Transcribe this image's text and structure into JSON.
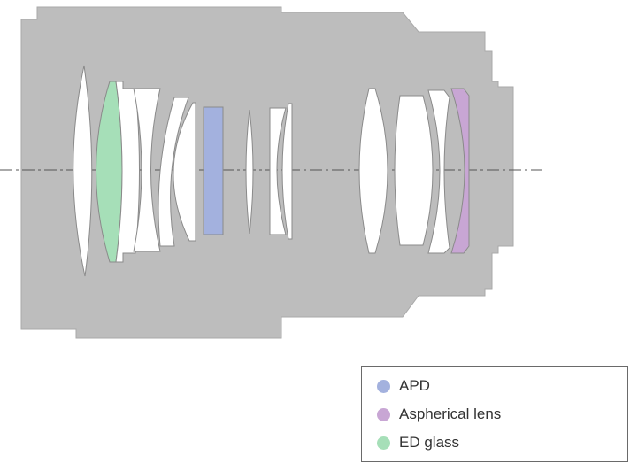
{
  "legend": {
    "items": [
      {
        "label": "APD",
        "color": "#a3b1de"
      },
      {
        "label": "Aspherical lens",
        "color": "#c8a6d4"
      },
      {
        "label": "ED glass",
        "color": "#a6dfb8"
      }
    ]
  },
  "colors": {
    "barrel": "#bdbdbd",
    "barrel_outline": "#a9a9a9",
    "lens_plain": "#ffffff",
    "lens_outline": "#8a8a8a",
    "optical_axis": "#555555"
  },
  "lens_elements": [
    {
      "id": 1,
      "kind": "plain"
    },
    {
      "id": 2,
      "kind": "ed-glass"
    },
    {
      "id": 3,
      "kind": "plain"
    },
    {
      "id": 4,
      "kind": "plain"
    },
    {
      "id": 5,
      "kind": "plain"
    },
    {
      "id": 6,
      "kind": "plain"
    },
    {
      "id": 7,
      "kind": "apd"
    },
    {
      "id": 8,
      "kind": "plain"
    },
    {
      "id": 9,
      "kind": "plain"
    },
    {
      "id": 10,
      "kind": "plain"
    },
    {
      "id": 11,
      "kind": "plain"
    },
    {
      "id": 12,
      "kind": "plain"
    },
    {
      "id": 13,
      "kind": "plain"
    },
    {
      "id": 14,
      "kind": "aspherical"
    }
  ]
}
